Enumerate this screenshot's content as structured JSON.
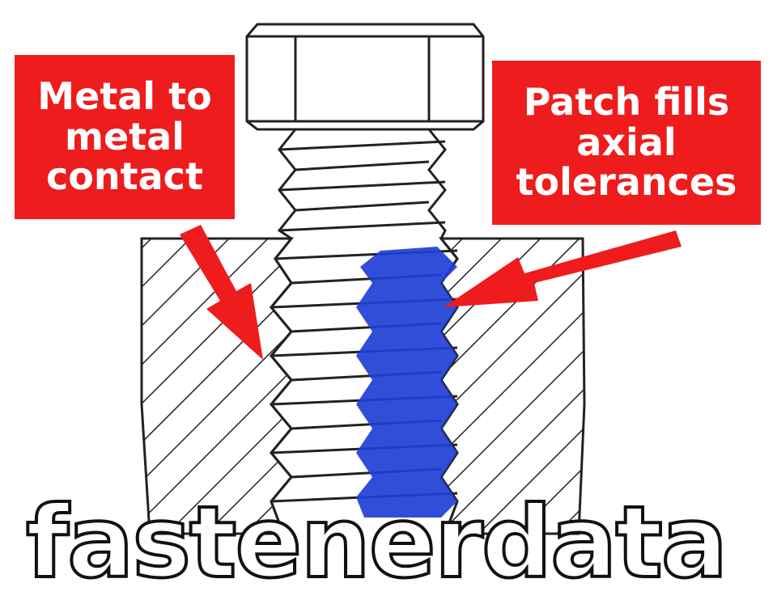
{
  "callouts": {
    "left": {
      "lines": [
        "Metal to",
        "metal",
        "contact"
      ]
    },
    "right": {
      "lines": [
        "Patch fills",
        "axial",
        "tolerances"
      ]
    }
  },
  "watermark": "fastenerdata",
  "colors": {
    "callout_bg": "#ee1c1c",
    "patch": "#1f3fd6",
    "line": "#222222"
  }
}
